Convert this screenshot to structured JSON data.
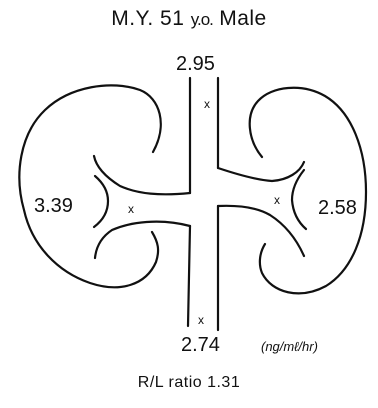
{
  "title": {
    "patient": "M.Y. 51",
    "age_unit": "y.o.",
    "sex": "Male"
  },
  "values": {
    "ivc_upper": "2.95",
    "right_kidney": "3.39",
    "left_kidney": "2.58",
    "ivc_lower": "2.74"
  },
  "unit": "(ng/mℓ/hr)",
  "ratio": "R/L ratio 1.31",
  "sample_mark": "x",
  "colors": {
    "ink": "#111111",
    "background": "#ffffff"
  }
}
